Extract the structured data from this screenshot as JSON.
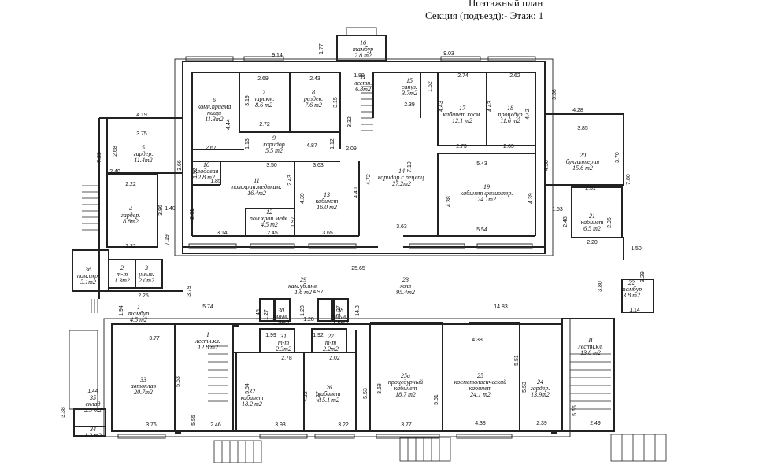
{
  "header": {
    "title": "Поэтажный план",
    "section_floor": "Секция (подъезд):-    Этаж: 1"
  },
  "rooms": [
    {
      "id": "r16",
      "lines": [
        "16",
        "тамбур",
        "2.8 m2"
      ]
    },
    {
      "id": "r6",
      "lines": [
        "6",
        "комн.приема",
        "пищи",
        "11.3m2"
      ]
    },
    {
      "id": "r7",
      "lines": [
        "7",
        "парикм.",
        "8.6 m2"
      ]
    },
    {
      "id": "r8",
      "lines": [
        "8",
        "раздев.",
        "7.6 m2"
      ]
    },
    {
      "id": "r11",
      "lines": [
        "11",
        "лестн.",
        "6.8m2"
      ]
    },
    {
      "id": "r15",
      "lines": [
        "15",
        "сануз.",
        "3.7m2"
      ]
    },
    {
      "id": "r17",
      "lines": [
        "17",
        "кабинет косм.",
        "12.1 m2"
      ]
    },
    {
      "id": "r18",
      "lines": [
        "18",
        "процедур",
        "11.6 m2"
      ]
    },
    {
      "id": "r9",
      "lines": [
        "9",
        "коридор",
        "5.5 m2"
      ]
    },
    {
      "id": "r5",
      "lines": [
        "5",
        "гардер.",
        "11.4m2"
      ]
    },
    {
      "id": "r20",
      "lines": [
        "20",
        "бухгалтерия",
        "15.6 m2"
      ]
    },
    {
      "id": "r10",
      "lines": [
        "10",
        "кладовая",
        "2.8 m2"
      ]
    },
    {
      "id": "r11b",
      "lines": [
        "11",
        "пом.хран.медикам.",
        "16.4m2"
      ]
    },
    {
      "id": "r14",
      "lines": [
        "14",
        "коридор с рецепц.",
        "27.2m2"
      ]
    },
    {
      "id": "r19",
      "lines": [
        "19",
        "кабинет физиотер.",
        "24.1m2"
      ]
    },
    {
      "id": "r4",
      "lines": [
        "4",
        "гардер.",
        "8.8m2"
      ]
    },
    {
      "id": "r12",
      "lines": [
        "12",
        "пом.хран.медв.",
        "4.5 m2"
      ]
    },
    {
      "id": "r13",
      "lines": [
        "13",
        "кабинет",
        "16.0 m2"
      ]
    },
    {
      "id": "r21",
      "lines": [
        "21",
        "кабинет",
        "6.5 m2"
      ]
    },
    {
      "id": "r36",
      "lines": [
        "36",
        "пом.охр.",
        "3.1m2"
      ]
    },
    {
      "id": "r2",
      "lines": [
        "2",
        "т-т",
        "1.3m2"
      ]
    },
    {
      "id": "r3",
      "lines": [
        "3",
        "умыв.",
        "2.0m2"
      ]
    },
    {
      "id": "r29",
      "lines": [
        "29",
        "кам.уб.инв.",
        "1.6 m2"
      ]
    },
    {
      "id": "r23",
      "lines": [
        "23",
        "холл",
        "95.4m2"
      ]
    },
    {
      "id": "r22",
      "lines": [
        "22",
        "тамбур",
        "3.8 m2"
      ]
    },
    {
      "id": "r1",
      "lines": [
        "1",
        "тамбур",
        "4.5 m2"
      ]
    },
    {
      "id": "r30",
      "lines": [
        "30",
        "умыв.",
        "2.0m2"
      ]
    },
    {
      "id": "r28",
      "lines": [
        "28",
        "умыв.",
        "1.8m2"
      ]
    },
    {
      "id": "r1b",
      "lines": [
        "I",
        "лестн.кл.",
        "12.8 m2"
      ]
    },
    {
      "id": "r31",
      "lines": [
        "31",
        "т-т",
        "2.3m2"
      ]
    },
    {
      "id": "r27",
      "lines": [
        "27",
        "т-т",
        "2.2m2"
      ]
    },
    {
      "id": "rII",
      "lines": [
        "II",
        "лестн.кл.",
        "13.8 m2"
      ]
    },
    {
      "id": "r33",
      "lines": [
        "33",
        "автоклав",
        "20.7m2"
      ]
    },
    {
      "id": "r32",
      "lines": [
        "32",
        "кабинет",
        "18.2 m2"
      ]
    },
    {
      "id": "r26",
      "lines": [
        "26",
        "кабинет",
        "15.1 m2"
      ]
    },
    {
      "id": "r25a",
      "lines": [
        "25a",
        "процедурный",
        "кабинет",
        "18.7 m2"
      ]
    },
    {
      "id": "r25",
      "lines": [
        "25",
        "косметологический",
        "кабинет",
        "24.1 m2"
      ]
    },
    {
      "id": "r24",
      "lines": [
        "24",
        "гардер.",
        "13.9m2"
      ]
    },
    {
      "id": "r35",
      "lines": [
        "35",
        "склад",
        "2.5 m2"
      ]
    },
    {
      "id": "r34",
      "lines": [
        "34",
        "1.2 m2"
      ]
    }
  ],
  "dimensions": [
    "1.77",
    "9.14",
    "9.03",
    "1.89",
    "2.69",
    "2.43",
    "3.19",
    "3.15",
    "1.52",
    "2.74",
    "2.62",
    "3.32",
    "2.39",
    "4.43",
    "4.43",
    "4.42",
    "3.36",
    "2.72",
    "4.44",
    "4.87",
    "1.12",
    "1.13",
    "2.67",
    "4.19",
    "3.75",
    "2.68",
    "7.23",
    "3.50",
    "3.66",
    "2.09",
    "3.63",
    "7.19",
    "2.73",
    "2.63",
    "4.28",
    "3.85",
    "3.70",
    "2.40",
    "1.52",
    "2.43",
    "5.43",
    "4.58",
    "7.80",
    "1.85",
    "4.72",
    "4.39",
    "4.40",
    "4.38",
    "4.39",
    "2.22",
    "3.86",
    "1.40",
    "2.61",
    "1.97",
    "2.31",
    "1.53",
    "2.48",
    "2.95",
    "2.22",
    "7.19",
    "3.14",
    "2.45",
    "3.65",
    "3.63",
    "5.54",
    "2.20",
    "25.65",
    "1.50",
    "3.29",
    "3.80",
    "2.25",
    "3.79",
    "4.97",
    "1.45",
    "1.27",
    "1.28",
    "1.27",
    "14.3",
    "1.94",
    "5.74",
    "14.83",
    "1.14",
    "1.28",
    "3.77",
    "1.99",
    "1.92",
    "4.38",
    "2.78",
    "2.02",
    "5.51",
    "5.53",
    "5.54",
    "4.22",
    "4.27",
    "5.53",
    "3.58",
    "5.51",
    "5.53",
    "1.44",
    "3.38",
    "3.76",
    "5.55",
    "2.46",
    "3.93",
    "3.22",
    "3.77",
    "4.38",
    "2.39",
    "2.49",
    "5.55"
  ]
}
